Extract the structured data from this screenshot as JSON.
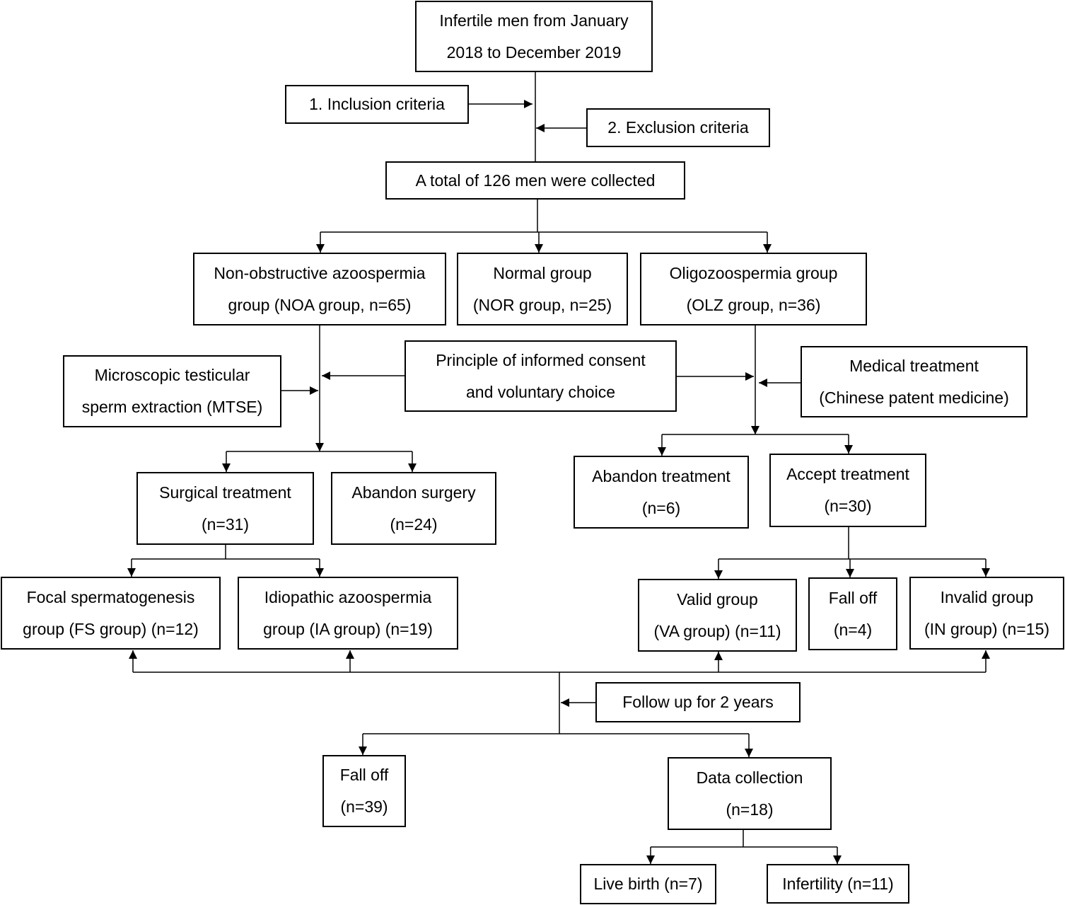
{
  "nodes": {
    "infertile_men": {
      "line1": "Infertile men from January",
      "line2": "2018 to December  2019"
    },
    "inclusion": {
      "line1": "1. Inclusion criteria"
    },
    "exclusion": {
      "line1": "2. Exclusion criteria"
    },
    "total": {
      "line1": "A total of 126 men were collected"
    },
    "noa": {
      "line1": "Non-obstructive azoospermia",
      "line2": "group (NOA group, n=65)"
    },
    "normal": {
      "line1": "Normal group",
      "line2": "(NOR group, n=25)"
    },
    "olz": {
      "line1": "Oligozoospermia group",
      "line2": "(OLZ group, n=36)"
    },
    "mtse": {
      "line1": "Microscopic testicular",
      "line2": "sperm extraction (MTSE)"
    },
    "consent": {
      "line1": "Principle of informed consent",
      "line2": "and voluntary choice"
    },
    "medical": {
      "line1": "Medical treatment",
      "line2": "(Chinese patent medicine)"
    },
    "surgical": {
      "line1": "Surgical treatment",
      "line2": "(n=31)"
    },
    "abandon_surgery": {
      "line1": "Abandon surgery",
      "line2": "(n=24)"
    },
    "abandon_treatment": {
      "line1": "Abandon treatment",
      "line2": "(n=6)"
    },
    "accept_treatment": {
      "line1": "Accept treatment",
      "line2": "(n=30)"
    },
    "focal": {
      "line1": "Focal spermatogenesis",
      "line2": "group (FS group) (n=12)"
    },
    "idiopathic": {
      "line1": "Idiopathic azoospermia",
      "line2": "group (IA group) (n=19)"
    },
    "valid": {
      "line1": "Valid group",
      "line2": "(VA group) (n=11)"
    },
    "falloff_treat": {
      "line1": "Fall off",
      "line2": "(n=4)"
    },
    "invalid": {
      "line1": "Invalid group",
      "line2": "(IN group) (n=15)"
    },
    "followup": {
      "line1": "Follow up for 2 years"
    },
    "falloff_followup": {
      "line1": "Fall off",
      "line2": "(n=39)"
    },
    "data_collection": {
      "line1": "Data collection",
      "line2": "(n=18)"
    },
    "live_birth": {
      "line1": "Live birth (n=7)"
    },
    "infertility": {
      "line1": "Infertility (n=11)"
    }
  },
  "colors": {
    "line": "#000000",
    "border": "#000000",
    "background": "#ffffff"
  }
}
